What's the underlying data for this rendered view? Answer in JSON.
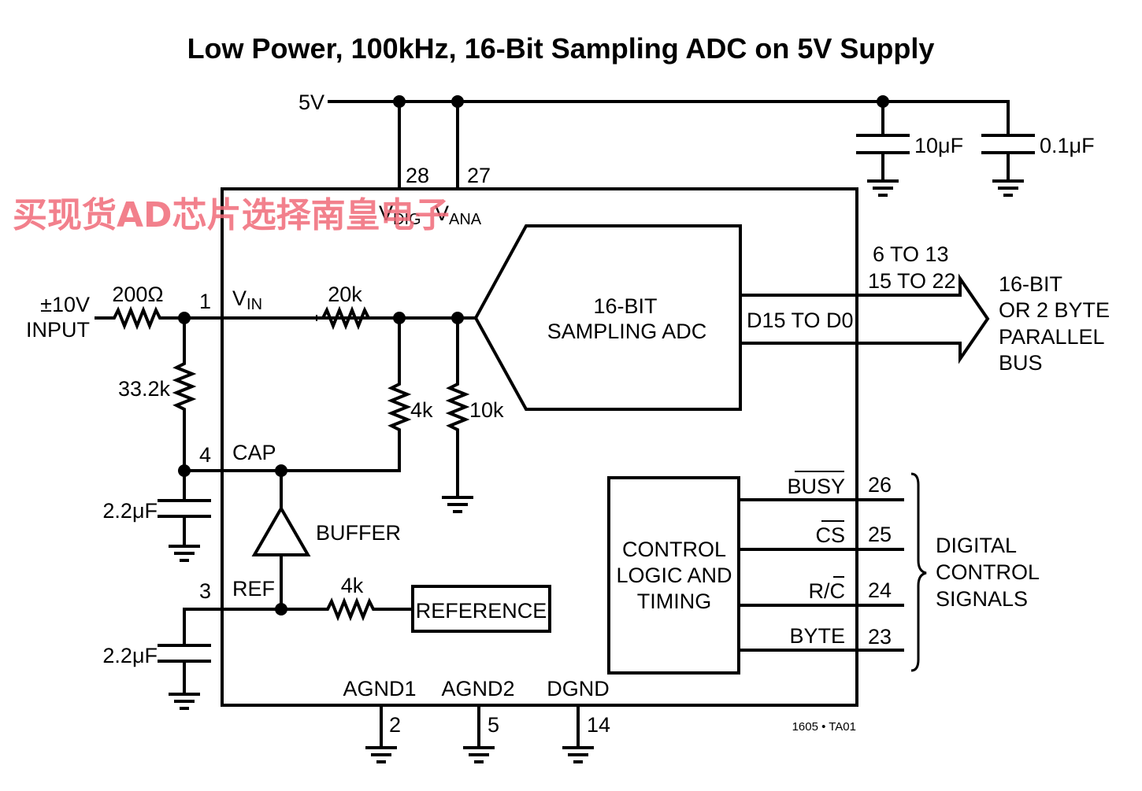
{
  "title": "Low Power, 100kHz, 16-Bit Sampling ADC on 5V Supply",
  "watermark": "买现货AD芯片选择南皇电子",
  "figure_id": "1605 • TA01",
  "supply": {
    "label": "5V",
    "cap1": "10μF",
    "cap2": "0.1μF"
  },
  "input": {
    "line1": "±10V",
    "line2": "INPUT",
    "r_series": "200Ω",
    "r_shunt": "33.2k",
    "cap_cap": "2.2μF",
    "ref_cap": "2.2μF"
  },
  "chip": {
    "vdig": {
      "main": "V",
      "sub": "DIG"
    },
    "vana": {
      "main": "V",
      "sub": "ANA"
    },
    "vin": {
      "main": "V",
      "sub": "IN"
    },
    "cap": "CAP",
    "ref": "REF",
    "buffer": "BUFFER",
    "reference": "REFERENCE",
    "r_20k": "20k",
    "r_4k_div": "4k",
    "r_10k": "10k",
    "r_4k_ref": "4k",
    "adc": {
      "line1": "16-BIT",
      "line2": "SAMPLING ADC"
    },
    "control": {
      "line1": "CONTROL",
      "line2": "LOGIC AND",
      "line3": "TIMING"
    },
    "data_bus": "D15 TO D0",
    "agnd1": "AGND1",
    "agnd2": "AGND2",
    "dgnd": "DGND"
  },
  "pins": {
    "vdig": "28",
    "vana": "27",
    "vin": "1",
    "cap": "4",
    "ref": "3",
    "busy": "26",
    "cs": "25",
    "rc": "24",
    "byte": "23",
    "agnd1": "2",
    "agnd2": "5",
    "dgnd": "14"
  },
  "bus": {
    "pins1": "6 TO 13",
    "pins2": "15 TO 22",
    "l1": "16-BIT",
    "l2": "OR 2 BYTE",
    "l3": "PARALLEL",
    "l4": "BUS"
  },
  "signals": {
    "busy": "BUSY",
    "cs": "CS",
    "rc_r": "R/",
    "rc_c": "C",
    "byte": "BYTE"
  },
  "digital": {
    "l1": "DIGITAL",
    "l2": "CONTROL",
    "l3": "SIGNALS"
  }
}
